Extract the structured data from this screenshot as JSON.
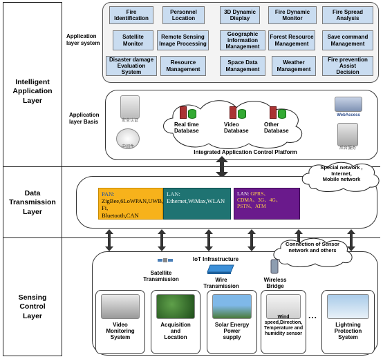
{
  "layers": {
    "application": "Intelligent\nApplication\nLayer",
    "transmission": "Data\nTransmission\nLayer",
    "sensing": "Sensing\nControl\nLayer"
  },
  "application_layer_system": {
    "label": "Application\nlayer system",
    "modules": [
      "Fire\nIdentification",
      "Personnel\nLocation",
      "3D Dynamic\nDisplay",
      "Fire Dynamic\nMonitor",
      "Fire Spread\nAnalysis",
      "Satellite\nMonitor",
      "Remote Sensing\nImage Processing",
      "Geographic\ninformation\nManagement",
      "Forest Resource\nManagement",
      "Save command\nManagement",
      "Disaster damage\nEvaluation System",
      "Resource\nManagement",
      "Space Data\nManagement",
      "Weather\nManagement",
      "Fire prevention\nAssist\nDecision"
    ]
  },
  "application_layer_basis": {
    "label": "Application\nlayer Basis",
    "databases": [
      "Real time\nDatabase",
      "Video\nDatabase",
      "Other\nDatabase"
    ],
    "platform": "Integrated Application Control Platform",
    "device_captions": [
      "安全认证",
      "中间件",
      "WebAccess",
      "后台服务"
    ]
  },
  "transmission": {
    "bubble": "Special network ,\nInternet,\nMobile network",
    "pan": {
      "prefix": "PAN:",
      "text": " ZigBee,6LoWPAN,UWB,Wi-Fi,\nBluetooth,CAN"
    },
    "lan": {
      "prefix": "LAN:",
      "text": " Ethernet,WiMax,WLAN"
    },
    "wan": {
      "prefix": "LAN:",
      "text": " GPRS、\nCDMA、3G、4G、\nPSTN、ATM"
    },
    "colors": {
      "pan": "#f7b21b",
      "lan": "#1f7372",
      "wan": "#6a1a8c"
    }
  },
  "sensing": {
    "bubble": "Connection of Sensor\nnetwork and others",
    "infrastructure_title": "IoT Infrastructure",
    "infrastructure": [
      "Satellite\nTransmission",
      "Wire\nTransmission",
      "Wireless\nBridge"
    ],
    "devices": [
      "Video\nMonitoring\nSystem",
      "Acquisition\nand\nLocation",
      "Solar Energy\nPower\nsupply",
      "Wind\nspeed,Direction,\nTemperature and\nhumidity sensor",
      "Lightning\nProtection\nSystem"
    ],
    "ellipsis": "..."
  }
}
